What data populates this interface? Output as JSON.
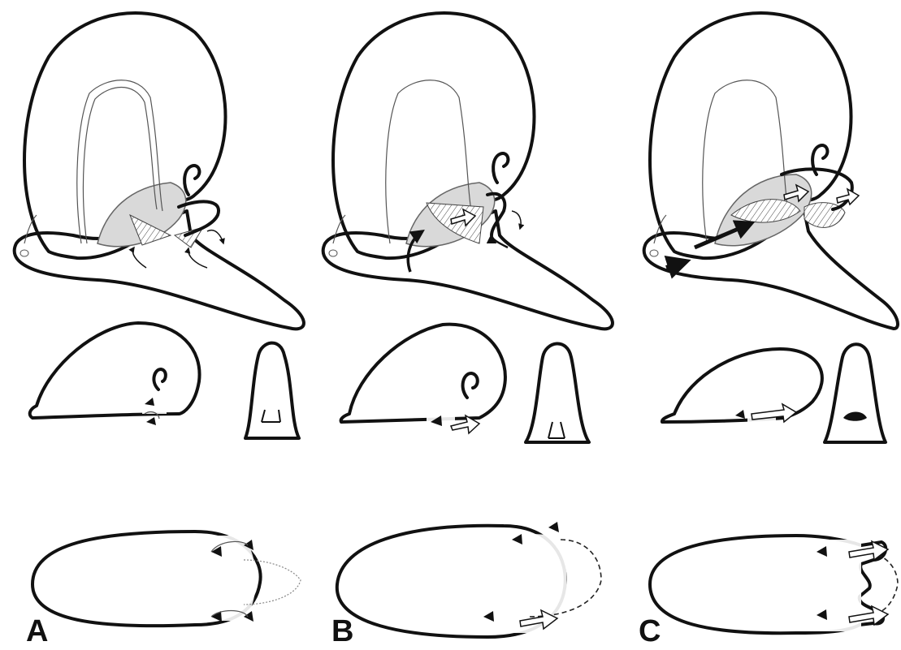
{
  "panels": [
    {
      "label": "A"
    },
    {
      "label": "B"
    },
    {
      "label": "C"
    }
  ],
  "colors": {
    "shell_dark": "#a6a6a6",
    "shell_light": "#d9d9d9",
    "body": "#ffffff",
    "outline": "#111111",
    "open_arrow": "#ffffff"
  }
}
